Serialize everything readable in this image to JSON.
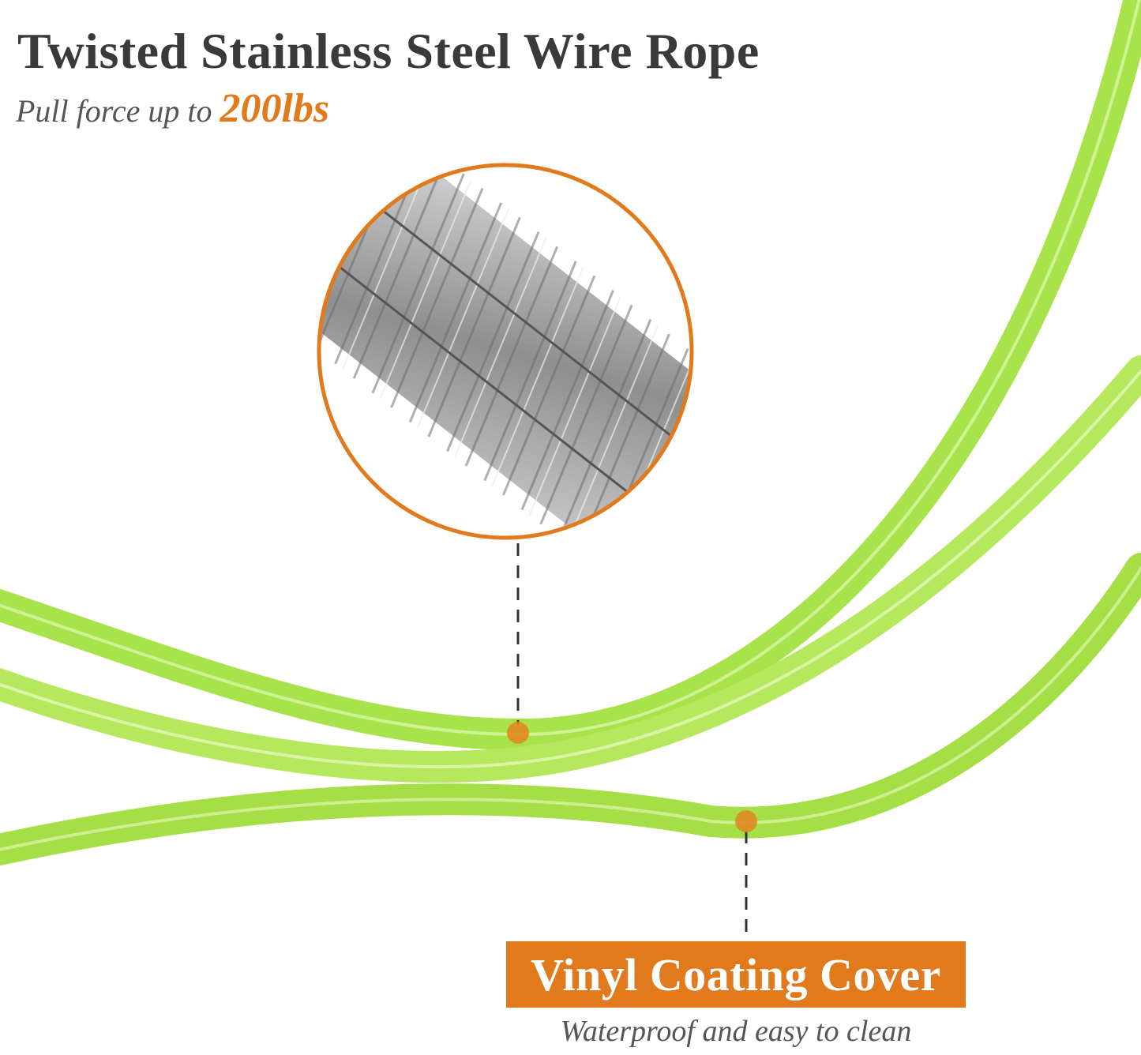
{
  "headline": {
    "title": "Twisted Stainless Steel Wire Rope",
    "subtitle_prefix": "Pull force up to ",
    "subtitle_value": "200lbs"
  },
  "callout": {
    "label": "Vinyl Coating Cover",
    "caption": "Waterproof and easy to clean"
  },
  "colors": {
    "accent": "#e07a1c",
    "cable": "#a9e34b",
    "steel": "#9a9a9a",
    "text": "#3a3a3a"
  }
}
